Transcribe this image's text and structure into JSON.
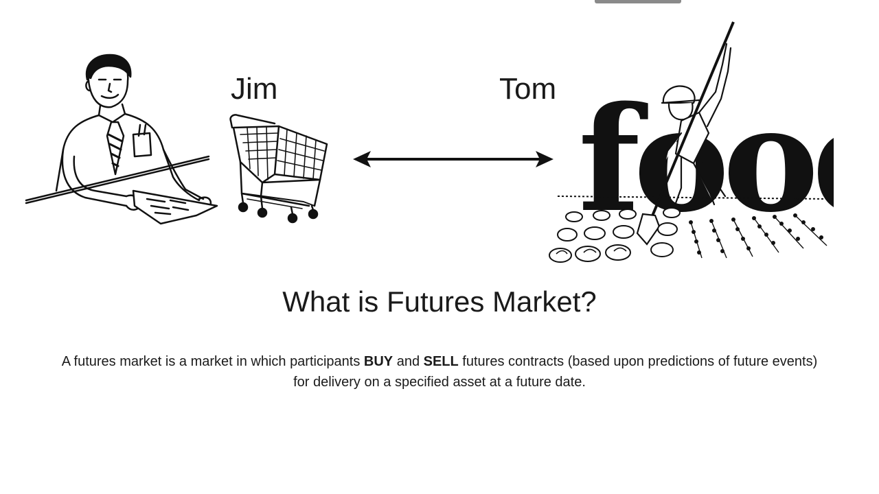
{
  "slide": {
    "buyer_name": "Jim",
    "seller_name": "Tom",
    "seller_sign_text": "food",
    "title": "What is Futures Market?",
    "definition": {
      "part1": "A futures market is a market in which participants ",
      "buy": "BUY",
      "part2": " and ",
      "sell": "SELL",
      "part3": " futures contracts (based upon predictions of future events)",
      "line2": "for delivery on a specified asset at a future date."
    }
  },
  "illustrations": {
    "buyer": "businessman-at-desk-illustration",
    "cart": "shopping-cart-icon",
    "arrow": "double-headed-arrow-icon",
    "seller": "farmer-hoeing-food-illustration"
  },
  "colors": {
    "background": "#ffffff",
    "ink": "#1a1a1a"
  }
}
